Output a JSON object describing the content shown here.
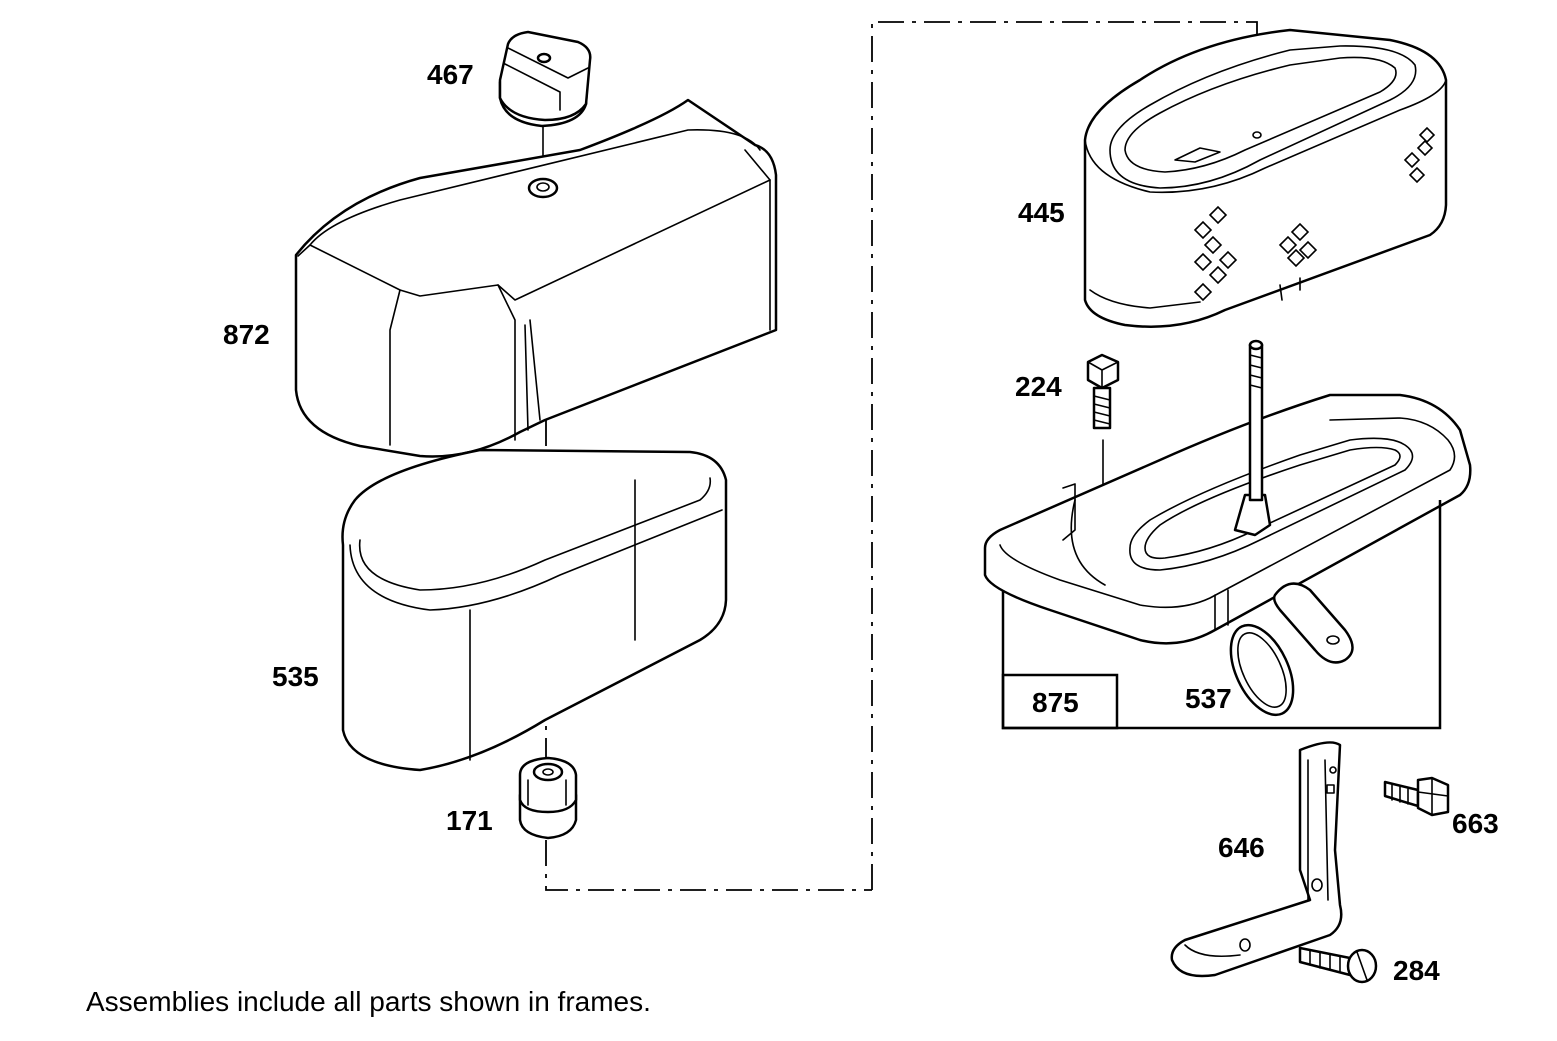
{
  "parts": [
    {
      "id": "p467",
      "number": "467",
      "name": "knob"
    },
    {
      "id": "p872",
      "number": "872",
      "name": "cover"
    },
    {
      "id": "p535",
      "number": "535",
      "name": "pre-cleaner"
    },
    {
      "id": "p171",
      "number": "171",
      "name": "grommet"
    },
    {
      "id": "p445",
      "number": "445",
      "name": "air-filter-cartridge"
    },
    {
      "id": "p224",
      "number": "224",
      "name": "screw"
    },
    {
      "id": "p875",
      "number": "875",
      "name": "base-assembly"
    },
    {
      "id": "p537",
      "number": "537",
      "name": "seal-ring"
    },
    {
      "id": "p646",
      "number": "646",
      "name": "bracket"
    },
    {
      "id": "p663",
      "number": "663",
      "name": "bolt"
    },
    {
      "id": "p284",
      "number": "284",
      "name": "screw-short"
    }
  ],
  "note": "Assemblies include all parts shown in frames."
}
